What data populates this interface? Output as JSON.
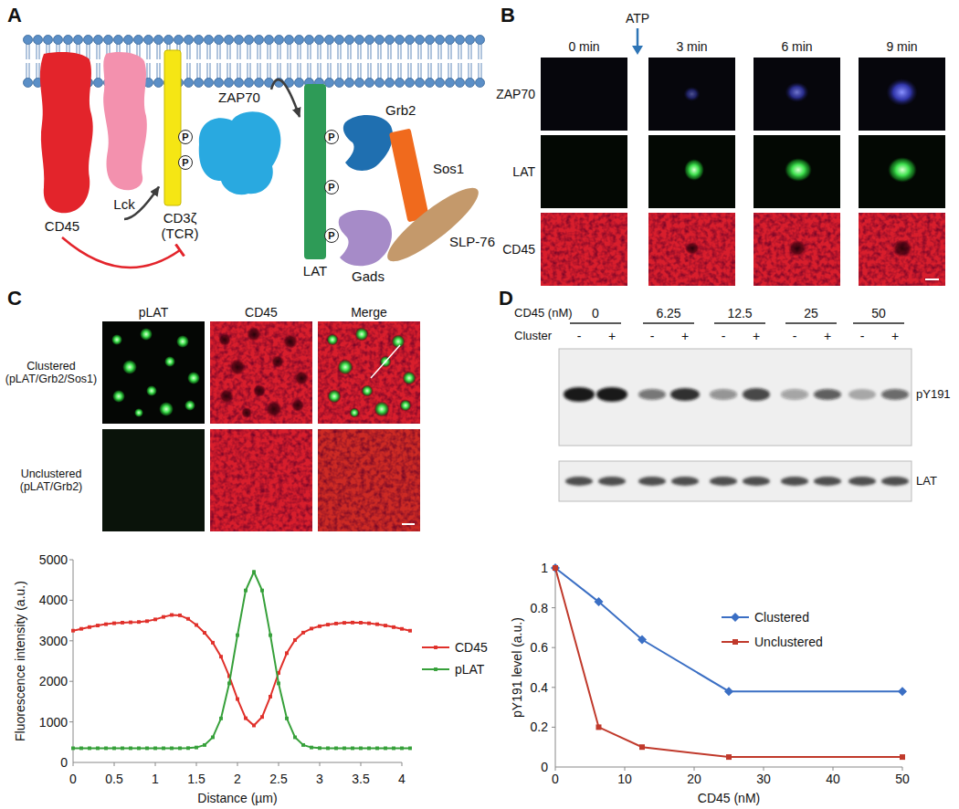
{
  "diagram": {
    "nodes": [
      {
        "text": [
          "CD45"
        ]
      },
      {
        "text": [
          "Lck"
        ]
      },
      {
        "text": [
          "CD3ζ (TCR)"
        ]
      },
      {
        "text": [
          "P"
        ]
      },
      {
        "text": [
          "P"
        ]
      },
      {
        "text": [
          "ZAP70"
        ]
      },
      {
        "text": [
          "LAT"
        ]
      },
      {
        "text": [
          "P"
        ]
      },
      {
        "text": [
          "P"
        ]
      },
      {
        "text": [
          "P"
        ]
      },
      {
        "text": [
          "Grb2"
        ]
      },
      {
        "text": [
          "Sos1"
        ]
      },
      {
        "text": [
          "Gads"
        ]
      },
      {
        "text": [
          "SLP-76"
        ]
      }
    ],
    "edges": [
      {
        "from": 0,
        "to": 2,
        "arrow": "to"
      },
      {
        "from": 1,
        "to": 2,
        "arrow": "to"
      },
      {
        "from": 5,
        "to": 6,
        "arrow": "to"
      }
    ],
    "labels": [
      "A",
      "B",
      "ATP",
      "0 min",
      "3 min",
      "6 min",
      "9 min",
      "ZAP70",
      "LAT",
      "CD45",
      "C",
      "pLAT",
      "CD45",
      "Merge",
      "Clustered (pLAT/Grb2/Sos1)",
      "Unclustered (pLAT/Grb2)",
      "Fluorescence intensity (a.u.)",
      "5000",
      "4000",
      "3000",
      "2000",
      "1000",
      "0",
      "0",
      "0.5",
      "1",
      "1.5",
      "2",
      "2.5",
      "3",
      "3.5",
      "4",
      "Distance (µm)",
      "D",
      "CD45 (nM)",
      "0",
      "6.25",
      "12.5",
      "25",
      "50",
      "Cluster",
      "-",
      "+",
      "-",
      "+",
      "-",
      "+",
      "-",
      "+",
      "-",
      "+",
      "pY191",
      "LAT",
      "pY191 level (a.u.)",
      "1",
      "0.8",
      "0.6",
      "0.4",
      "0.2",
      "0",
      "0",
      "10",
      "20",
      "30",
      "40",
      "50",
      "CD45 (nM)"
    ],
    "legend": [
      {
        "text": "CD45"
      },
      {
        "text": "pLAT"
      },
      {
        "text": "Clustered"
      },
      {
        "text": "Unclustered"
      }
    ]
  }
}
